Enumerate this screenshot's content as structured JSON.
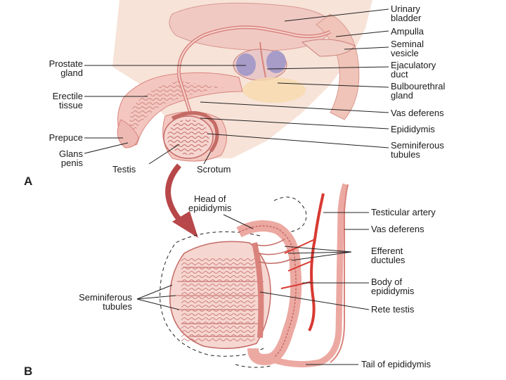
{
  "panel_a": {
    "letter": "A",
    "labels": {
      "urinary_bladder": "Urinary\nbladder",
      "ampulla": "Ampulla",
      "seminal_vesicle": "Seminal\nvesicle",
      "ejaculatory_duct": "Ejaculatory\nduct",
      "bulbourethral_gland": "Bulbourethral\ngland",
      "vas_deferens": "Vas deferens",
      "epididymis": "Epididymis",
      "seminiferous_tubules": "Seminiferous\ntubules",
      "prostate_gland": "Prostate\ngland",
      "erectile_tissue": "Erectile\ntissue",
      "prepuce": "Prepuce",
      "glans_penis": "Glans\npenis",
      "testis": "Testis",
      "scrotum": "Scrotum"
    }
  },
  "panel_b": {
    "letter": "B",
    "labels": {
      "head_of_epididymis": "Head of\nepididymis",
      "testicular_artery": "Testicular artery",
      "vas_deferens": "Vas deferens",
      "efferent_ductules": "Efferent\nductules",
      "body_of_epididymis": "Body of\nepididymis",
      "rete_testis": "Rete testis",
      "tail_of_epididymis": "Tail of epididymis",
      "seminiferous_tubules": "Seminiferous\ntubules"
    }
  },
  "colors": {
    "tissue": "#f3c7c0",
    "tissue_dark": "#d9837c",
    "artery": "#d83a32",
    "background_tone": "#f7e3d8",
    "prostate": "#a79bc8",
    "arrow": "#b8474a"
  }
}
